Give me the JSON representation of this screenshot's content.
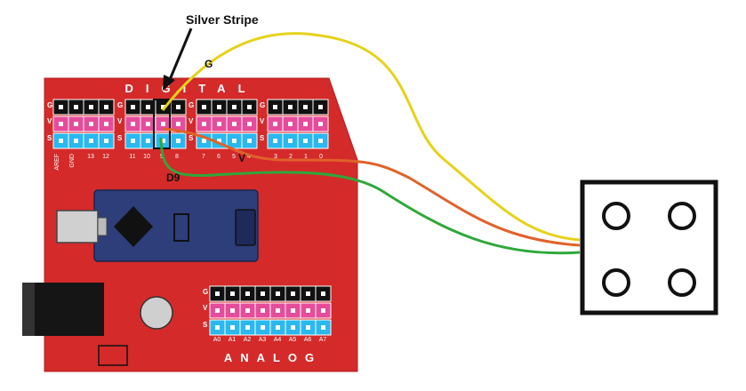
{
  "callout": {
    "label": "Silver Stripe"
  },
  "board": {
    "digital_label": "DIGITAL",
    "analog_label": "ANALOG",
    "row_labels": [
      "G",
      "V",
      "S"
    ],
    "digital_groups": [
      [
        "AREF",
        "GND",
        "13",
        "12"
      ],
      [
        "11",
        "10",
        "9",
        "8"
      ],
      [
        "7",
        "6",
        "5",
        "4"
      ],
      [
        "3",
        "2",
        "1",
        "0"
      ]
    ],
    "analog_pins": [
      "A0",
      "A1",
      "A2",
      "A3",
      "A4",
      "A5",
      "A6",
      "A7"
    ]
  },
  "wires": [
    {
      "label": "G",
      "color": "#e6d21a"
    },
    {
      "label": "V",
      "color": "#e0622a"
    },
    {
      "label": "D9",
      "color": "#2ea83a"
    }
  ],
  "colors": {
    "board": "#d42a2a",
    "header_g": "#111111",
    "header_v": "#e64c9c",
    "header_s": "#2ab8ee",
    "chip": "#2d3e7a"
  },
  "module": {
    "holes": 4
  }
}
